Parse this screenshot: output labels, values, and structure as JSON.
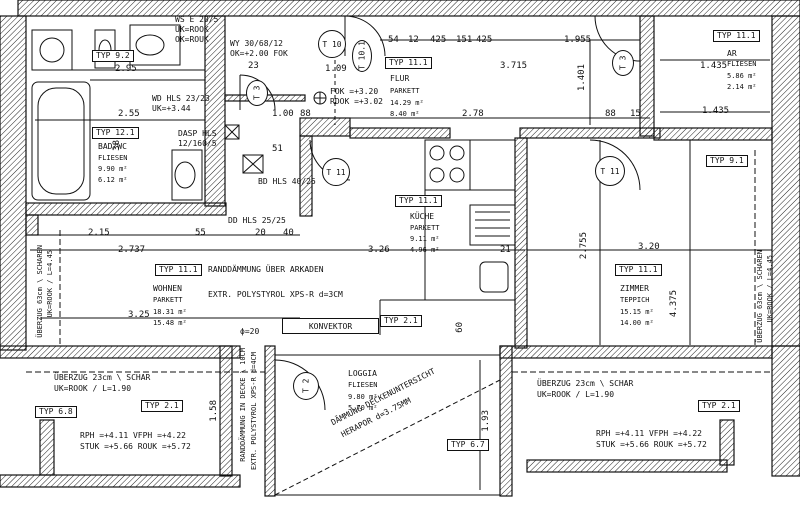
{
  "rooms": {
    "bad": {
      "name": "BAD/WC",
      "floor": "FLIESEN",
      "area": "9.90 m²",
      "volume": "6.12 m²"
    },
    "ar": {
      "name": "AR",
      "floor": "FLIESEN",
      "area": "5.86 m²",
      "volume": "2.14 m²"
    },
    "flur": {
      "name": "FLUR",
      "floor": "PARKETT",
      "area": "14.29 m²",
      "volume": "8.40 m²"
    },
    "kueche": {
      "name": "KÜCHE",
      "floor": "PARKETT",
      "area": "9.11 m²",
      "volume": "4.96 m²"
    },
    "wohnen": {
      "name": "WOHNEN",
      "floor": "PARKETT",
      "area": "18.31 m²",
      "volume": "15.48 m²"
    },
    "zimmer": {
      "name": "ZIMMER",
      "floor": "TEPPICH",
      "area": "15.15 m²",
      "volume": "14.00 m²"
    },
    "loggia": {
      "name": "LOGGIA",
      "floor": "FLIESEN",
      "area": "9.80 m²",
      "volume": "5.70 m²"
    }
  },
  "tags": {
    "typ92": "TYP 9.2",
    "typ121": "TYP 12.1",
    "typ111_flur": "TYP 11.1",
    "typ111_ar": "TYP 11.1",
    "typ111_kueche": "TYP 11.1",
    "typ111_wohnen": "TYP 11.1",
    "typ111_zimmer": "TYP 11.1",
    "typ91": "TYP 9.1",
    "typ21_a": "TYP 2.1",
    "typ21_b": "TYP 2.1",
    "typ21_c": "TYP 2.1",
    "typ68": "TYP 6.8",
    "typ67": "TYP 6.7"
  },
  "circles": {
    "t10": "T 10",
    "t10b": "T 10.1",
    "t3a": "T 3",
    "t3b": "T 3",
    "t11a": "T 11",
    "t11b": "T 11",
    "t2": "T 2"
  },
  "notes": {
    "ws": "WS E 20/5",
    "ws_uk": "UK=ROOK",
    "ws_ok": "OK=ROUK",
    "wy": "WY 30/68/12",
    "wy_ok": "OK=+2.00 FOK",
    "wd": "WD HLS 23/23",
    "wd_uk": "UK=+3.44",
    "dasp": "DASP HLS",
    "dasp_dim": "12/160/5",
    "bd": "BD HLS 40/25",
    "dd": "DD HLS 25/25",
    "fok": "FOK   =+3.20",
    "rdok": "RDOK =+3.02",
    "rand1": "RANDDÄMMUNG ÜBER ARKADEN",
    "rand2": "EXTR. POLYSTYROL XPS-R  d=3CM",
    "konv": "KONVEKTOR",
    "phi": "ϕ=20",
    "uz_left": "ÜBERZUG 23cm \\ SCHAR",
    "uz_left2": "UK=ROOK / L=1.90",
    "uz_right": "ÜBERZUG 23cm \\ SCHAR",
    "uz_right2": "UK=ROOK / L=1.90",
    "rph_l": "RPH  =+4.11 VFPH  =+4.22",
    "stuk_l": "STUK =+5.66 ROUK =+5.72",
    "rph_r": "RPH  =+4.11 VFPH  =+4.22",
    "stuk_r": "STUK =+5.66 ROUK =+5.72",
    "uz_vert_l": "ÜBERZUG 63cm \\ SCHAREN",
    "uz_vert_l2": "UK=ROOK / L=4.45",
    "uz_vert_r": "ÜBERZUG 63cm \\ SCHAREN",
    "uz_vert_r2": "UK=ROOK / L=4.45",
    "randd_loggia": "RANDDÄMMUNG IN DECKE \\ 10CM",
    "randd_loggia2": "EXTR. POLYSTYROL XPS-R d=4CM",
    "daemmung": "DÄMMUNG DECKENUNTERSICHT",
    "daemmung2": "HERAPOR d=3.75MM"
  },
  "dims": {
    "d254": "54",
    "d12a": "12",
    "d425a": "425",
    "d151": "151",
    "d425b": "425",
    "d1955": "1.955",
    "d3715": "3.715",
    "d1435a": "1.435",
    "d1435b": "1.435",
    "d278": "2.78",
    "d255a": "2.55",
    "d295": "2.95",
    "d100": "1.00",
    "d88a": "88",
    "d88b": "88",
    "d15": "15",
    "d215": "2.15",
    "d2737": "2.737",
    "d55": "55",
    "d20": "20",
    "d40": "40",
    "d326": "3.26",
    "d320": "3.20",
    "d2755": "2.755",
    "d4375": "4.375",
    "d325": "3.25",
    "d1401": "1.401",
    "d1109": "1.09",
    "d193": "1.93",
    "d158": "1.58",
    "d23": "23",
    "d38": "38",
    "d60": "60",
    "d21": "21",
    "d51": "51"
  }
}
